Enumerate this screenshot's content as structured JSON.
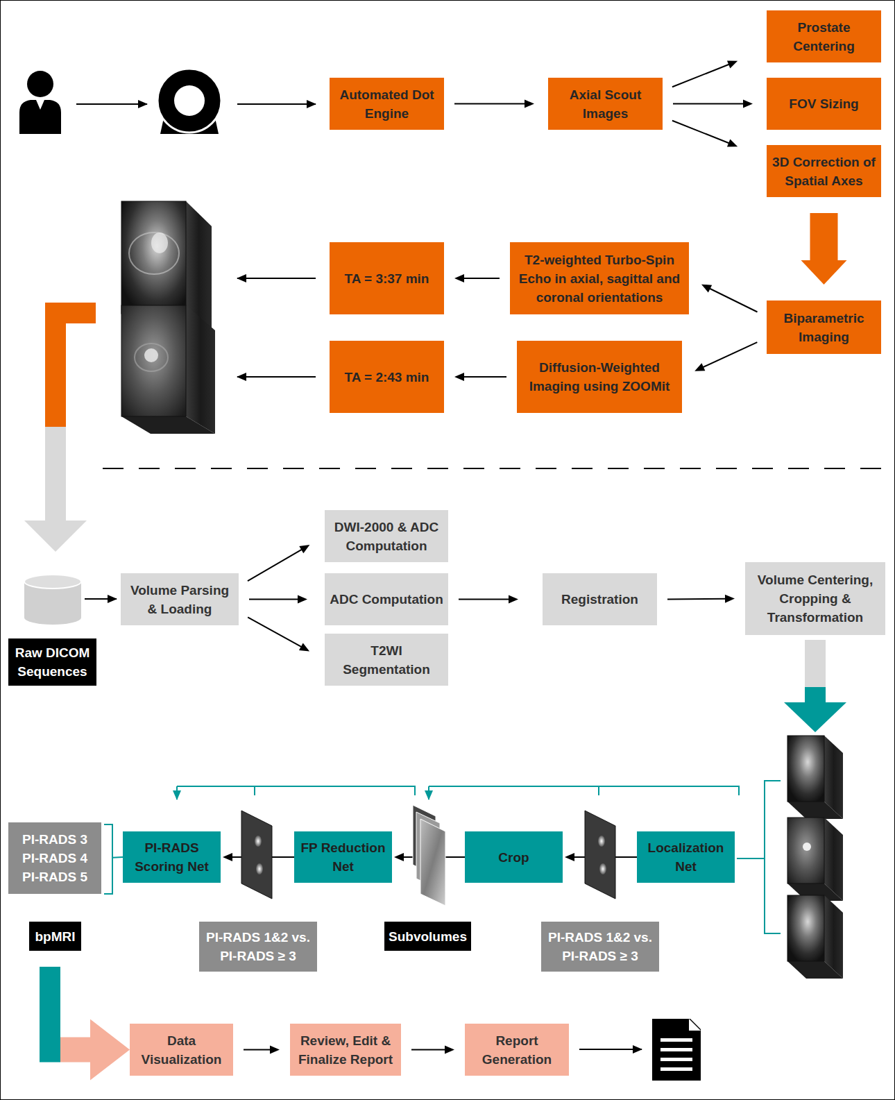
{
  "diagram": {
    "nodes": [
      {
        "text": [
          "Automated Dot Engine"
        ]
      },
      {
        "text": [
          "Axial Scout Images"
        ]
      },
      {
        "text": [
          "Prostate Centering"
        ]
      },
      {
        "text": [
          "FOV Sizing"
        ]
      },
      {
        "text": [
          "3D Correction of Spatial Axes"
        ]
      },
      {
        "text": [
          "TA = 3:37 min"
        ]
      },
      {
        "text": [
          "T2-weighted Turbo-Spin Echo in axial, sagittal and coronal orientations"
        ]
      },
      {
        "text": [
          "Biparametric Imaging"
        ]
      },
      {
        "text": [
          "TA = 2:43 min"
        ]
      },
      {
        "text": [
          "Diffusion-Weighted Imaging using ZOOMit"
        ]
      },
      {
        "text": [
          "DWI-2000 & ADC Computation"
        ]
      },
      {
        "text": [
          "Volume Parsing & Loading"
        ]
      },
      {
        "text": [
          "ADC Computation"
        ]
      },
      {
        "text": [
          "Registration"
        ]
      },
      {
        "text": [
          "Volume Centering, Cropping & Transformation"
        ]
      },
      {
        "text": [
          "Raw DICOM Sequences"
        ]
      },
      {
        "text": [
          "T2WI Segmentation"
        ]
      },
      {
        "text": [
          "PI-RADS 3",
          "PI-RADS 4",
          "PI-RADS 5"
        ]
      },
      {
        "text": [
          "PI-RADS Scoring Net"
        ]
      },
      {
        "text": [
          "FP Reduction Net"
        ]
      },
      {
        "text": [
          "Crop"
        ]
      },
      {
        "text": [
          "Localization Net"
        ]
      },
      {
        "text": [
          "bpMRI"
        ]
      },
      {
        "text": [
          "PI-RADS 1&2 vs. PI-RADS ≥ 3"
        ]
      },
      {
        "text": [
          "Subvolumes"
        ]
      },
      {
        "text": [
          "PI-RADS 1&2 vs. PI-RADS ≥ 3"
        ]
      },
      {
        "text": [
          "Data Visualization"
        ]
      },
      {
        "text": [
          "Review, Edit & Finalize Report"
        ]
      },
      {
        "text": [
          "Report Generation"
        ]
      }
    ],
    "edges": [
      {
        "from": 0,
        "to": 1,
        "arrow": "to"
      },
      {
        "from": 1,
        "to": 2,
        "arrow": "to"
      },
      {
        "from": 1,
        "to": 3,
        "arrow": "to"
      },
      {
        "from": 1,
        "to": 4,
        "arrow": "to"
      },
      {
        "from": 4,
        "to": 7,
        "arrow": "to"
      },
      {
        "from": 7,
        "to": 6,
        "arrow": "to"
      },
      {
        "from": 7,
        "to": 9,
        "arrow": "to"
      },
      {
        "from": 6,
        "to": 5,
        "arrow": "to"
      },
      {
        "from": 9,
        "to": 8,
        "arrow": "to"
      },
      {
        "from": 11,
        "to": 10,
        "arrow": "to"
      },
      {
        "from": 11,
        "to": 12,
        "arrow": "to"
      },
      {
        "from": 11,
        "to": 16,
        "arrow": "to"
      },
      {
        "from": 12,
        "to": 13,
        "arrow": "to"
      },
      {
        "from": 13,
        "to": 14,
        "arrow": "to"
      },
      {
        "from": 21,
        "to": 20,
        "arrow": "to"
      },
      {
        "from": 20,
        "to": 19,
        "arrow": "to"
      },
      {
        "from": 19,
        "to": 18,
        "arrow": "to"
      },
      {
        "from": 18,
        "to": 17,
        "arrow": "none"
      },
      {
        "from": 22,
        "to": 26,
        "arrow": "to"
      },
      {
        "from": 26,
        "to": 27,
        "arrow": "to"
      },
      {
        "from": 27,
        "to": 28,
        "arrow": "to"
      }
    ]
  }
}
